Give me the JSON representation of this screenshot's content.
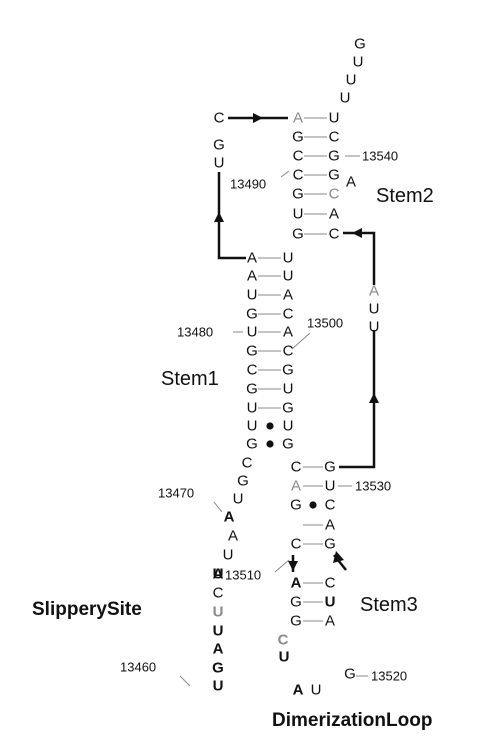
{
  "colors": {
    "default": "#111111",
    "gray": "#8a8a8a",
    "bond": "#888888"
  },
  "nucleotides": [
    {
      "id": "n1",
      "letter": "G",
      "color": "default",
      "bold": false
    },
    {
      "id": "n2",
      "letter": "U",
      "color": "default",
      "bold": false
    },
    {
      "id": "n3",
      "letter": "U",
      "color": "default",
      "bold": false
    },
    {
      "id": "n4",
      "letter": "U",
      "color": "default",
      "bold": false
    },
    {
      "id": "n5",
      "letter": "C",
      "color": "default",
      "bold": false
    },
    {
      "id": "n6",
      "letter": "A",
      "color": "gray",
      "bold": false
    },
    {
      "id": "n7",
      "letter": "U",
      "color": "default",
      "bold": false
    },
    {
      "id": "n8",
      "letter": "G",
      "color": "default",
      "bold": false
    },
    {
      "id": "n9",
      "letter": "G",
      "color": "default",
      "bold": false
    },
    {
      "id": "n10",
      "letter": "C",
      "color": "default",
      "bold": false
    },
    {
      "id": "n11",
      "letter": "U",
      "color": "default",
      "bold": false
    },
    {
      "id": "n12",
      "letter": "C",
      "color": "default",
      "bold": false
    },
    {
      "id": "n13",
      "letter": "G",
      "color": "default",
      "bold": false
    },
    {
      "id": "n14",
      "letter": "C",
      "color": "default",
      "bold": false
    },
    {
      "id": "n15",
      "letter": "G",
      "color": "default",
      "bold": false
    },
    {
      "id": "n16",
      "letter": "A",
      "color": "default",
      "bold": false
    },
    {
      "id": "n17",
      "letter": "G",
      "color": "default",
      "bold": false
    },
    {
      "id": "n18",
      "letter": "C",
      "color": "gray",
      "bold": false
    },
    {
      "id": "n19",
      "letter": "U",
      "color": "default",
      "bold": false
    },
    {
      "id": "n20",
      "letter": "A",
      "color": "default",
      "bold": false
    },
    {
      "id": "n21",
      "letter": "G",
      "color": "default",
      "bold": false
    },
    {
      "id": "n22",
      "letter": "C",
      "color": "default",
      "bold": false
    },
    {
      "id": "n23",
      "letter": "A",
      "color": "default",
      "bold": false
    },
    {
      "id": "n24",
      "letter": "U",
      "color": "default",
      "bold": false
    },
    {
      "id": "n25",
      "letter": "A",
      "color": "default",
      "bold": false
    },
    {
      "id": "n26",
      "letter": "U",
      "color": "default",
      "bold": false
    },
    {
      "id": "n27",
      "letter": "U",
      "color": "default",
      "bold": false
    },
    {
      "id": "n28",
      "letter": "A",
      "color": "default",
      "bold": false
    },
    {
      "id": "n29",
      "letter": "G",
      "color": "default",
      "bold": false
    },
    {
      "id": "n30",
      "letter": "C",
      "color": "default",
      "bold": false
    },
    {
      "id": "n31",
      "letter": "U",
      "color": "default",
      "bold": false
    },
    {
      "id": "n32",
      "letter": "A",
      "color": "default",
      "bold": false
    },
    {
      "id": "n33",
      "letter": "G",
      "color": "default",
      "bold": false
    },
    {
      "id": "n34",
      "letter": "C",
      "color": "default",
      "bold": false
    },
    {
      "id": "n35",
      "letter": "C",
      "color": "default",
      "bold": false
    },
    {
      "id": "n36",
      "letter": "G",
      "color": "default",
      "bold": false
    },
    {
      "id": "n37",
      "letter": "G",
      "color": "default",
      "bold": false
    },
    {
      "id": "n38",
      "letter": "U",
      "color": "default",
      "bold": false
    },
    {
      "id": "n39",
      "letter": "U",
      "color": "default",
      "bold": false
    },
    {
      "id": "n40",
      "letter": "G",
      "color": "default",
      "bold": false
    },
    {
      "id": "n41",
      "letter": "U",
      "color": "default",
      "bold": false
    },
    {
      "id": "n42",
      "letter": "U",
      "color": "default",
      "bold": false
    },
    {
      "id": "n43",
      "letter": "A",
      "color": "gray",
      "bold": false
    },
    {
      "id": "n44",
      "letter": "U",
      "color": "default",
      "bold": false
    },
    {
      "id": "n45",
      "letter": "U",
      "color": "default",
      "bold": false
    },
    {
      "id": "n46",
      "letter": "G",
      "color": "default",
      "bold": false
    },
    {
      "id": "n47",
      "letter": "G",
      "color": "default",
      "bold": false
    },
    {
      "id": "n48",
      "letter": "C",
      "color": "default",
      "bold": false
    },
    {
      "id": "n49",
      "letter": "G",
      "color": "default",
      "bold": false
    },
    {
      "id": "n50",
      "letter": "U",
      "color": "default",
      "bold": false
    },
    {
      "id": "n51",
      "letter": "C",
      "color": "default",
      "bold": false
    },
    {
      "id": "n52",
      "letter": "G",
      "color": "default",
      "bold": false
    },
    {
      "id": "n53",
      "letter": "A",
      "color": "gray",
      "bold": false
    },
    {
      "id": "n54",
      "letter": "U",
      "color": "default",
      "bold": false
    },
    {
      "id": "n55",
      "letter": "G",
      "color": "default",
      "bold": false
    },
    {
      "id": "n56",
      "letter": "C",
      "color": "default",
      "bold": false
    },
    {
      "id": "n57",
      "letter": "A",
      "color": "default",
      "bold": true
    },
    {
      "id": "n58",
      "letter": "A",
      "color": "default",
      "bold": false
    },
    {
      "id": "n59",
      "letter": "C",
      "color": "default",
      "bold": false
    },
    {
      "id": "n60",
      "letter": "G",
      "color": "default",
      "bold": false
    },
    {
      "id": "n61",
      "letter": "A",
      "color": "default",
      "bold": true
    },
    {
      "id": "n62",
      "letter": "A",
      "color": "default",
      "bold": false
    },
    {
      "id": "n63",
      "letter": "U",
      "color": "default",
      "bold": false
    },
    {
      "id": "n64",
      "letter": "A",
      "color": "default",
      "bold": true
    },
    {
      "id": "n65",
      "letter": "C",
      "color": "default",
      "bold": false
    },
    {
      "id": "n66",
      "letter": "G",
      "color": "default",
      "bold": false
    },
    {
      "id": "n67",
      "letter": "U",
      "color": "default",
      "bold": true
    },
    {
      "id": "n68",
      "letter": "G",
      "color": "default",
      "bold": false
    },
    {
      "id": "n69",
      "letter": "A",
      "color": "default",
      "bold": false
    },
    {
      "id": "n70",
      "letter": "U",
      "color": "default",
      "bold": true
    },
    {
      "id": "n71",
      "letter": "C",
      "color": "default",
      "bold": false
    },
    {
      "id": "n72",
      "letter": "U",
      "color": "gray",
      "bold": true
    },
    {
      "id": "n73",
      "letter": "U",
      "color": "default",
      "bold": true
    },
    {
      "id": "n74",
      "letter": "A",
      "color": "default",
      "bold": true
    },
    {
      "id": "n75",
      "letter": "G",
      "color": "default",
      "bold": true
    },
    {
      "id": "n76",
      "letter": "U",
      "color": "default",
      "bold": true
    },
    {
      "id": "n77",
      "letter": "C",
      "color": "gray",
      "bold": true
    },
    {
      "id": "n78",
      "letter": "U",
      "color": "default",
      "bold": true
    },
    {
      "id": "n79",
      "letter": "A",
      "color": "default",
      "bold": true
    },
    {
      "id": "n80",
      "letter": "U",
      "color": "default",
      "bold": false
    },
    {
      "id": "n81",
      "letter": "G",
      "color": "default",
      "bold": false
    }
  ],
  "number_labels": {
    "l13540": "13540",
    "l13490": "13490",
    "l13480": "13480",
    "l13500": "13500",
    "l13470": "13470",
    "l13530": "13530",
    "l13510": "13510",
    "l13460": "13460",
    "l13520": "13520"
  },
  "labels": {
    "stem2": "Stem2",
    "stem1": "Stem1",
    "stem3": "Stem3",
    "slippery_site": "SlipperySite",
    "dimerization_loop": "DimerizationLoop"
  }
}
